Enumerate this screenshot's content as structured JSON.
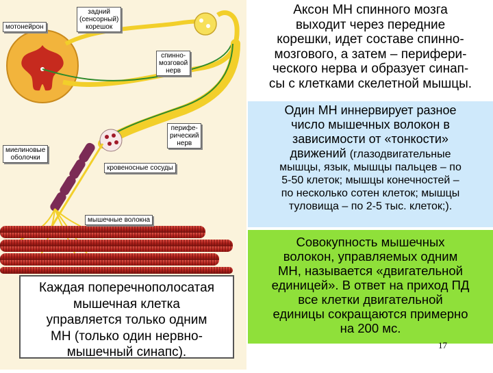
{
  "diagram": {
    "labels": {
      "motoneuron": "мотонейрон",
      "dorsal_root": [
        "задний",
        "(сенсорный)",
        "корешок"
      ],
      "spinal_nerve": [
        "спинно-",
        "мозговой",
        "нерв"
      ],
      "peripheral_nerve": [
        "перифе-",
        "рический",
        "нерв"
      ],
      "myelin": [
        "миелиновые",
        "оболочки"
      ],
      "blood_vessels": "кровеносные сосуды",
      "muscle_fibers": "мышечные волокна"
    }
  },
  "text_blocks": {
    "axon": [
      "Аксон МН спинного мозга",
      "выходит через передние",
      "корешки, идет составе спинно-",
      "мозгового, а затем – перифери-",
      "ческого нерва и образует синап-",
      "сы с клетками скелетной мышцы."
    ],
    "innervation": [
      "Один МН иннервирует разное",
      "число мышечных волокон в",
      "зависимости от «тонкости»",
      "движений"
    ],
    "innervation_detail": [
      "(глазодвигательные",
      "мышцы, язык, мышцы пальцев – по",
      "5-50 клеток; мышцы конечностей –",
      "по несколько сотен клеток; мышцы",
      "туловища – по 2-5 тыс. клеток;)."
    ],
    "motor_unit": [
      "Совокупность мышечных",
      "волокон, управляемых одним",
      "МН, называется «двигательной",
      "единицей». В ответ на приход ПД",
      "все клетки двигательной",
      "единицы сокращаются примерно",
      "на 200 мс."
    ],
    "one_synapse": [
      "Каждая поперечнополосатая",
      "мышечная клетка",
      "управляется только одним",
      "МН (только один нервно-",
      "мышечный синапс)."
    ]
  },
  "page_number": "17",
  "colors": {
    "box_axon": "#ffffff",
    "box_innervation": "#cfe9fb",
    "box_motor_unit": "#8fe03a",
    "diagram_bg": "#fbf3dc",
    "nerve": "#f2cf2a",
    "muscle": "#b4221c"
  }
}
